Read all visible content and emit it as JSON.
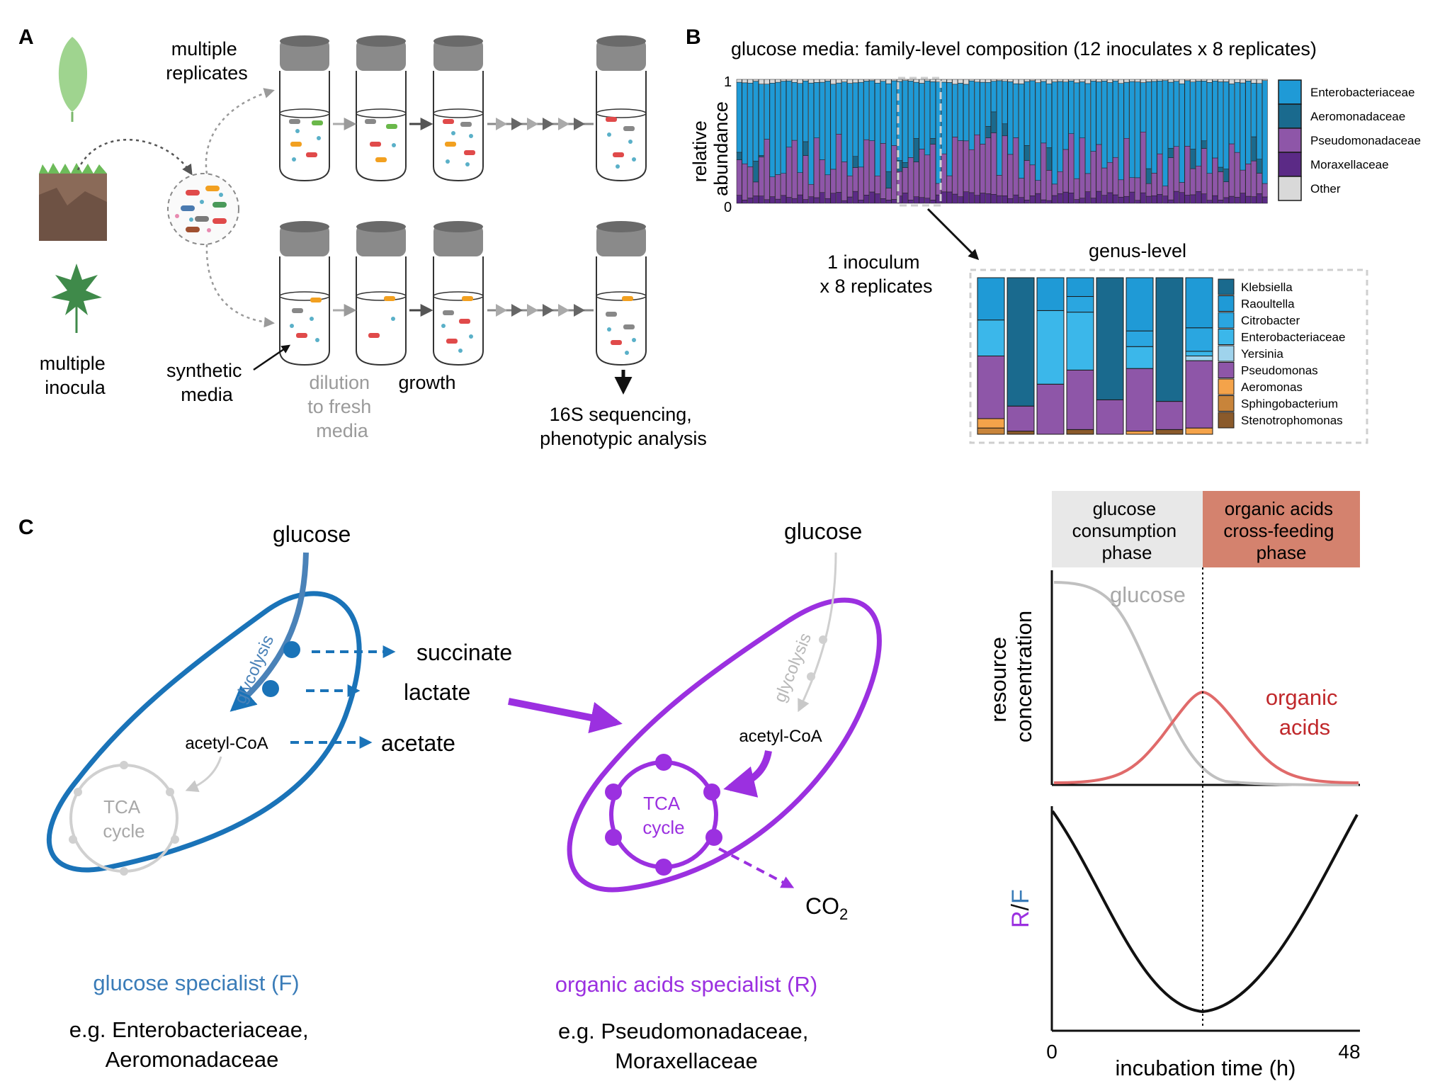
{
  "panel_labels": {
    "a": "A",
    "b": "B",
    "c": "C"
  },
  "panel_a": {
    "multiple_replicates": [
      "multiple",
      "replicates"
    ],
    "multiple_inocula": [
      "multiple",
      "inocula"
    ],
    "synthetic_media": [
      "synthetic",
      "media"
    ],
    "dilution": [
      "dilution",
      "to fresh",
      "media"
    ],
    "growth": "growth",
    "sequencing": [
      "16S sequencing,",
      "phenotypic analysis"
    ]
  },
  "panel_b": {
    "title": "glucose media: family-level composition (12 inoculates x 8 replicates)",
    "ylabel": [
      "relative",
      "abundance"
    ],
    "ytick_top": "1",
    "ytick_bottom": "0",
    "inset_label": [
      "1 inoculum",
      "x 8 replicates"
    ],
    "genus_title": "genus-level",
    "family_legend": [
      {
        "name": "Enterobacteriaceae",
        "color": "#1f9ad6"
      },
      {
        "name": "Aeromonadaceae",
        "color": "#1a6a8e"
      },
      {
        "name": "Pseudomonadaceae",
        "color": "#8e56a8"
      },
      {
        "name": "Moraxellaceae",
        "color": "#5b2a86"
      },
      {
        "name": "Other",
        "color": "#d9d9d9"
      }
    ],
    "genus_legend": [
      {
        "name": "Klebsiella",
        "color": "#1a6a8e"
      },
      {
        "name": "Raoultella",
        "color": "#1f9ad6"
      },
      {
        "name": "Citrobacter",
        "color": "#2aa6e0"
      },
      {
        "name": "Enterobacteriaceae",
        "color": "#3bb7ea"
      },
      {
        "name": "Yersinia",
        "color": "#9fd3ec"
      },
      {
        "name": "Pseudomonas",
        "color": "#8e56a8"
      },
      {
        "name": "Aeromonas",
        "color": "#f4a34a"
      },
      {
        "name": "Sphingobacterium",
        "color": "#c8843a"
      },
      {
        "name": "Stenotrophomonas",
        "color": "#8a5a2b"
      }
    ]
  },
  "panel_c": {
    "glucose_left": "glucose",
    "glucose_right": "glucose",
    "glycolysis_left": "glycolysis",
    "glycolysis_right": "glycolysis",
    "succinate": "succinate",
    "lactate": "lactate",
    "acetate": "acetate",
    "acetyl_coa_left": "acetyl-CoA",
    "acetyl_coa_right": "acetyl-CoA",
    "tca_left": [
      "TCA",
      "cycle"
    ],
    "tca_right": [
      "TCA",
      "cycle"
    ],
    "co2": "CO",
    "co2_sub": "2",
    "specialist_f": "glucose specialist (F)",
    "specialist_f_examples": [
      "e.g. Enterobacteriaceae,",
      "Aeromonadaceae"
    ],
    "specialist_r": "organic acids specialist (R)",
    "specialist_r_examples": [
      "e.g. Pseudomonadaceae,",
      "Moraxellaceae"
    ],
    "phase_1": [
      "glucose",
      "consumption",
      "phase"
    ],
    "phase_2": [
      "organic acids",
      "cross-feeding",
      "phase"
    ],
    "resource_ylabel": [
      "resource",
      "concentration"
    ],
    "curve_glucose": "glucose",
    "curve_organic": [
      "organic",
      "acids"
    ],
    "rf_r": "R",
    "rf_slash": "/",
    "rf_f": "F",
    "x_start": "0",
    "x_end": "48",
    "xlabel": "incubation time (h)",
    "colors": {
      "specialist_f": "#1a73b8",
      "specialist_r": "#9b30e0",
      "phase_1": "#e8e8e8",
      "phase_2": "#d4826e",
      "glucose_curve": "#c0c0c0",
      "organic_curve": "#e06a6a",
      "organic_text": "#c0282b"
    }
  }
}
